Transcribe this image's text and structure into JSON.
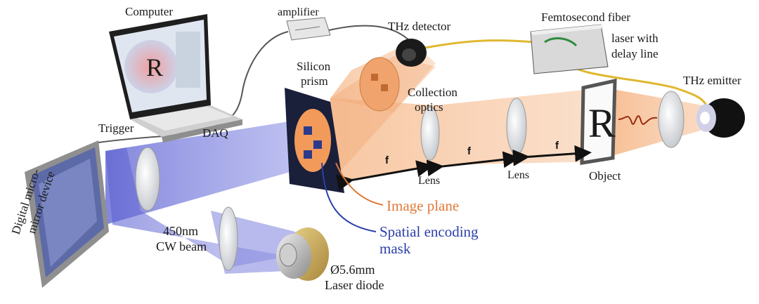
{
  "labels": {
    "computer": "Computer",
    "amplifier": "amplifier",
    "thz_detector": "THz detector",
    "femtosecond_line1": "Femtosecond fiber",
    "femtosecond_line2": "laser with",
    "femtosecond_line3": "delay line",
    "silicon_line1": "Silicon",
    "silicon_line2": "prism",
    "collection_line1": "Collection",
    "collection_line2": "optics",
    "thz_emitter": "THz emitter",
    "trigger": "Trigger",
    "daq": "DAQ",
    "dmd_line1": "Digital micro-",
    "dmd_line2": "mirror device",
    "lens_left": "Lens",
    "lens_right": "Lens",
    "object": "Object",
    "image_plane": "Image plane",
    "mask_line1": "Spatial encoding",
    "mask_line2": "mask",
    "beam_line1": "450nm",
    "beam_line2": "CW beam",
    "diode_line1": "Ø5.6mm",
    "diode_line2": "Laser diode",
    "screen_letter": "R",
    "object_letter": "R",
    "focal_1": "f",
    "focal_2": "f",
    "focal_3": "f"
  },
  "colors": {
    "thz_beam": "#f2a774",
    "blue_beam": "#6f74d8",
    "image_plane_text": "#e07a3a",
    "mask_text": "#2b3fa8",
    "fiber": "#e0b830"
  }
}
